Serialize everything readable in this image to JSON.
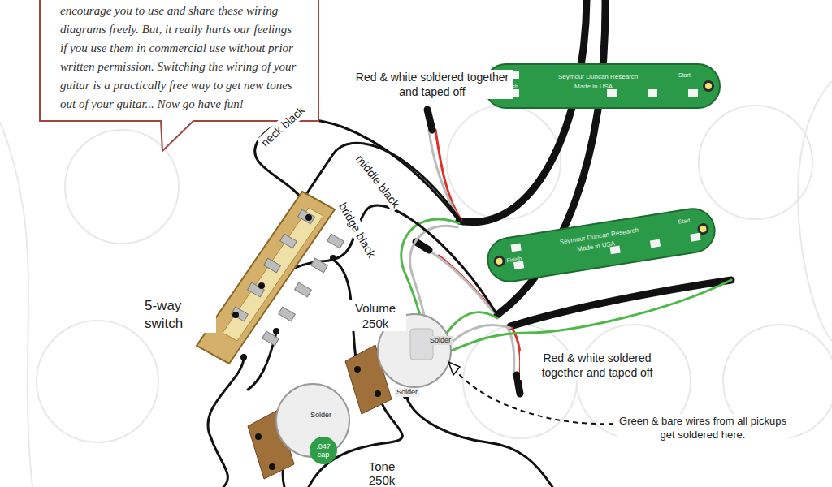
{
  "diagram": {
    "nodes": [
      {
        "text": [
          "encourage you to use and share these wiring diagrams freely. But, it really hurts our feelings if you use them in commercial use without prior written permission. Switching the wiring of your guitar is a practically free way to get new tones out of your guitar... Now go have fun!"
        ]
      },
      {
        "text": [
          "Seymour Duncan Research",
          "Made in USA",
          "Finish",
          "Start"
        ]
      },
      {
        "text": [
          "Seymour Duncan Research",
          "Made in USA",
          "Finish",
          "Start"
        ]
      },
      {
        "text": [
          ".047 cap"
        ]
      }
    ],
    "labels": [
      "Red & white soldered together and taped off",
      "neck black",
      "middle black",
      "bridge black",
      "5-way switch",
      "Volume 250k",
      "Solder",
      "Solder",
      "Red & white soldered together and taped off",
      "Green & bare wires from all pickups get soldered here.",
      "Solder",
      "Tone 250k"
    ]
  }
}
